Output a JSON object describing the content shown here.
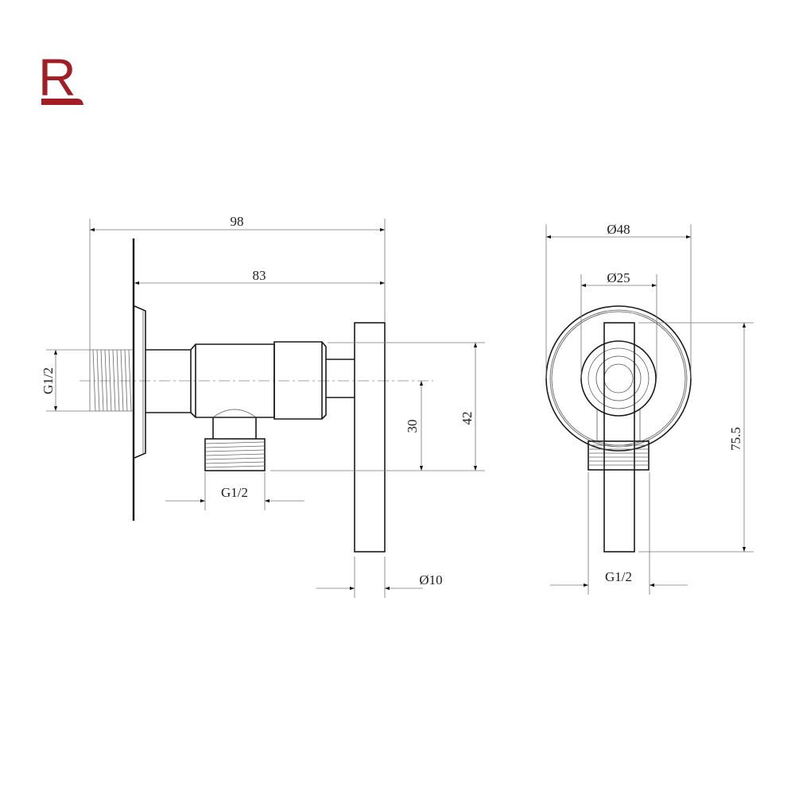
{
  "logo": {
    "letter": "R",
    "color": "#a31d24"
  },
  "side_view": {
    "dimensions": {
      "overall_length": "98",
      "length_from_wall": "83",
      "inlet_thread": "G1/2",
      "outlet_thread": "G1/2",
      "outlet_offset": "30",
      "outlet_to_top": "42",
      "handle_diameter": "Ø10"
    }
  },
  "front_view": {
    "dimensions": {
      "escutcheon_diameter": "Ø48",
      "body_diameter": "Ø25",
      "handle_length": "75.5",
      "outlet_thread": "G1/2"
    }
  },
  "colors": {
    "line": "#1a1a1a",
    "dimension": "#777777",
    "brand": "#a31d24"
  }
}
